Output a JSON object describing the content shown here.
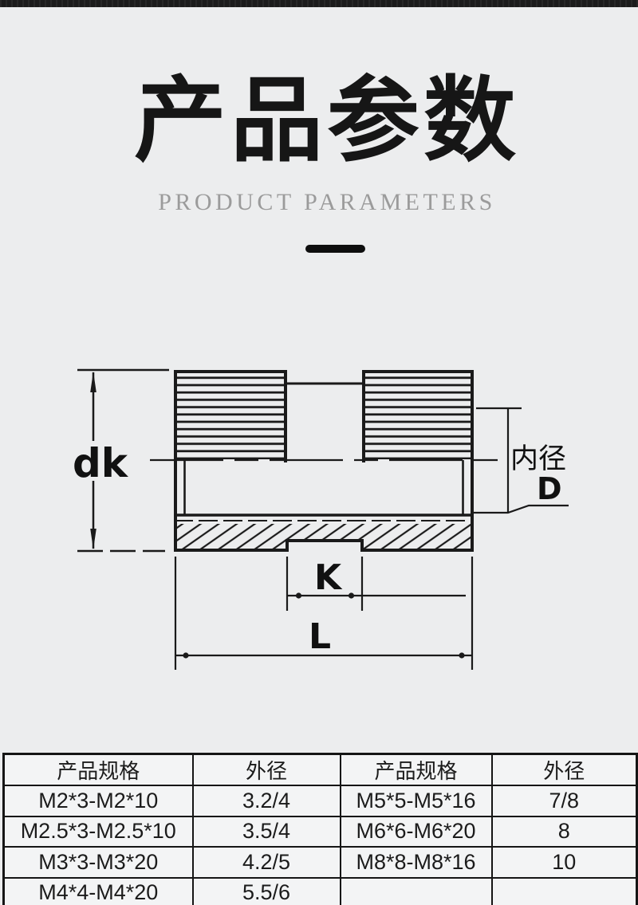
{
  "page": {
    "background": "#ECEDEE",
    "top_bar_color": "#1C1C1C"
  },
  "header": {
    "title": "产品参数",
    "subtitle": "PRODUCT PARAMETERS",
    "title_color": "#161616",
    "subtitle_color": "#9B9B9B"
  },
  "diagram": {
    "type": "technical-drawing",
    "description": "Cross-section of a knurled threaded insert nut with dimension callouts",
    "line_color": "#1A1A1A",
    "labels": {
      "outer_height": "dk",
      "inner_diameter_caption": "内径",
      "inner_diameter": "D",
      "notch_width": "K",
      "length": "L"
    }
  },
  "table": {
    "border_color": "#151515",
    "header": [
      "产品规格",
      "外径",
      "产品规格",
      "外径"
    ],
    "rows": [
      [
        "M2*3-M2*10",
        "3.2/4",
        "M5*5-M5*16",
        "7/8"
      ],
      [
        "M2.5*3-M2.5*10",
        "3.5/4",
        "M6*6-M6*20",
        "8"
      ],
      [
        "M3*3-M3*20",
        "4.2/5",
        "M8*8-M8*16",
        "10"
      ],
      [
        "M4*4-M4*20",
        "5.5/6",
        "",
        ""
      ]
    ]
  }
}
